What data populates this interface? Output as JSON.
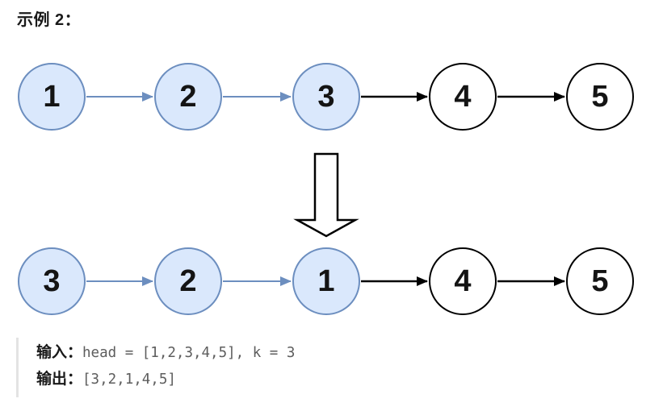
{
  "title": "示例 2：",
  "diagram": {
    "lists": [
      {
        "name": "before-reversal",
        "nodes": [
          {
            "value": "1",
            "highlighted": true
          },
          {
            "value": "2",
            "highlighted": true
          },
          {
            "value": "3",
            "highlighted": true
          },
          {
            "value": "4",
            "highlighted": false
          },
          {
            "value": "5",
            "highlighted": false
          }
        ]
      },
      {
        "name": "after-reversal",
        "nodes": [
          {
            "value": "3",
            "highlighted": true
          },
          {
            "value": "2",
            "highlighted": true
          },
          {
            "value": "1",
            "highlighted": true
          },
          {
            "value": "4",
            "highlighted": false
          },
          {
            "value": "5",
            "highlighted": false
          }
        ]
      }
    ],
    "transform_icon": "down-arrow-icon",
    "colors": {
      "node_highlight_fill": "#dae8fc",
      "node_highlight_stroke": "#6c8ebf",
      "node_plain_fill": "#ffffff",
      "node_plain_stroke": "#000000",
      "arrow_highlight": "#6c8ebf",
      "arrow_plain": "#000000",
      "code_text": "#5d5d5d",
      "quote_bar": "#e3e3e3"
    }
  },
  "example": {
    "input_label": "输入：",
    "input_value": "head = [1,2,3,4,5], k = 3",
    "output_label": "输出：",
    "output_value": "[3,2,1,4,5]"
  }
}
